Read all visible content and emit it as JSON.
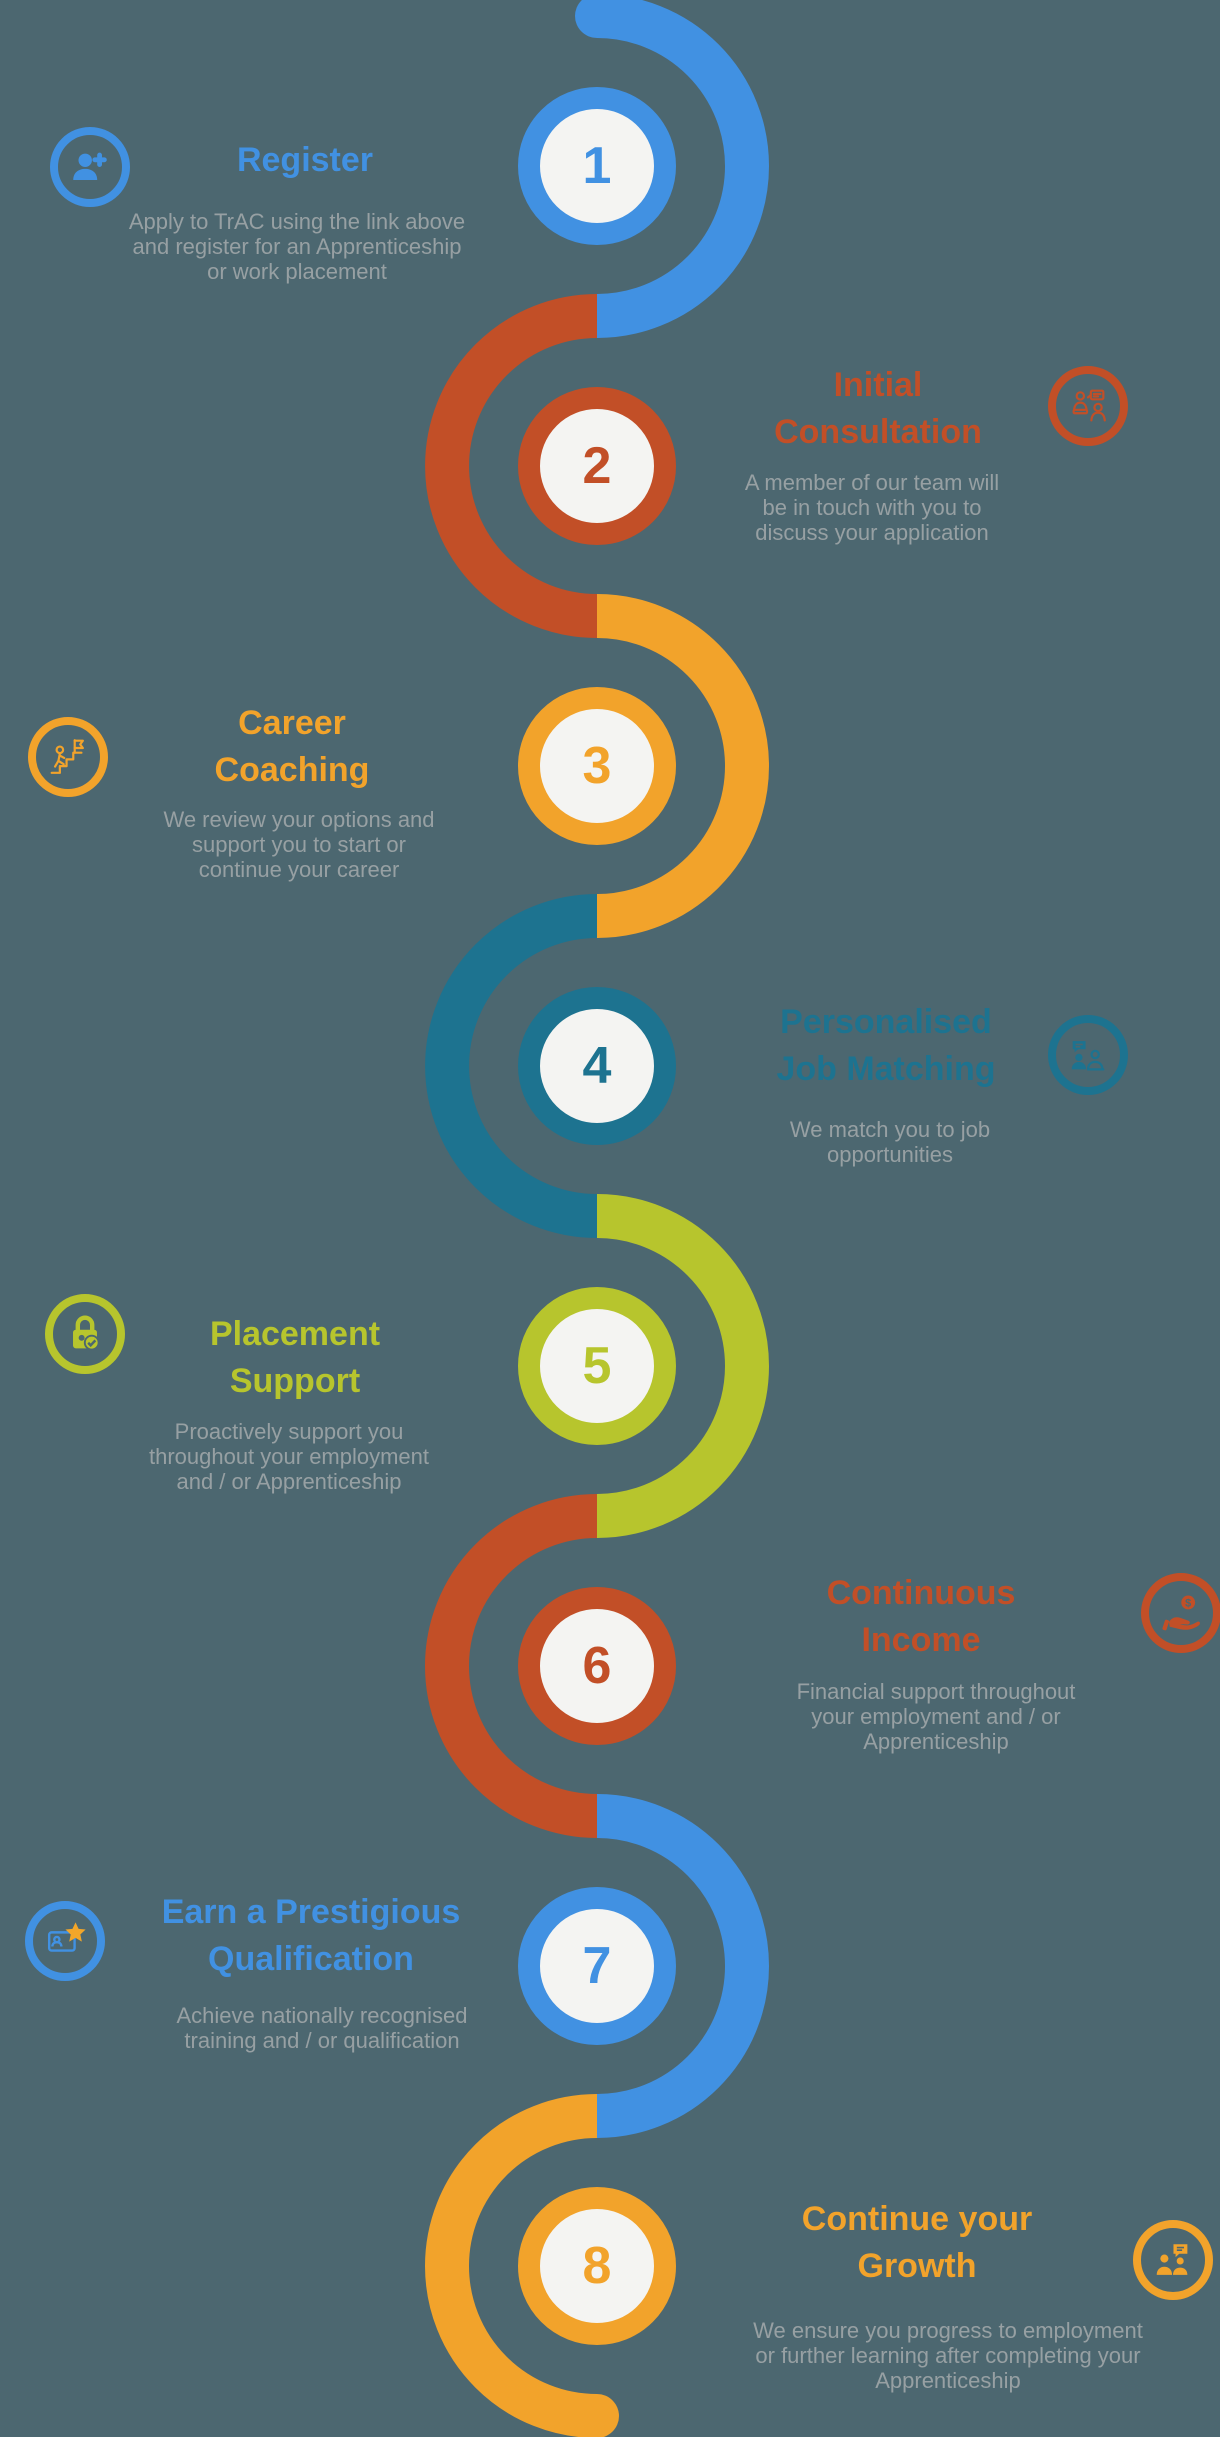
{
  "colors": {
    "background": "#4c6770",
    "circle_fill": "#f4f4f2",
    "description_text": "#97a0a3",
    "star_gold": "#f2a62a"
  },
  "steps": [
    {
      "number": "1",
      "title": "Register",
      "description": "Apply to TrAC using the link above\nand register for an Apprenticeship\nor work placement",
      "color": "#4191e2",
      "icon": "person-add",
      "side": "left"
    },
    {
      "number": "2",
      "title": "Initial\nConsultation",
      "description": "A member of our team will\nbe in touch with you to\ndiscuss your application",
      "color": "#c24f27",
      "icon": "consultation",
      "side": "right"
    },
    {
      "number": "3",
      "title": "Career\nCoaching",
      "description": "We review your options and\nsupport you to start or\ncontinue your career",
      "color": "#f2a32b",
      "icon": "career-coaching",
      "side": "left"
    },
    {
      "number": "4",
      "title": "Personalised\nJob Matching",
      "description": "We match you to job\nopportunities",
      "color": "#1d7390",
      "icon": "job-matching",
      "side": "right"
    },
    {
      "number": "5",
      "title": "Placement\nSupport",
      "description": "Proactively support you\nthroughout your employment\nand / or Apprenticeship",
      "color": "#b7c52d",
      "icon": "placement-lock",
      "side": "left"
    },
    {
      "number": "6",
      "title": "Continuous\nIncome",
      "description": "Financial support throughout\nyour employment and / or\nApprenticeship",
      "color": "#c24f27",
      "icon": "income-hand",
      "side": "right"
    },
    {
      "number": "7",
      "title": "Earn a Prestigious\nQualification",
      "description": "Achieve nationally recognised\ntraining and / or qualification",
      "color": "#4191e2",
      "icon": "qualification-star",
      "side": "left"
    },
    {
      "number": "8",
      "title": "Continue your\nGrowth",
      "description": "We ensure you progress to employment\nor further learning after completing your\nApprenticeship",
      "color": "#f2a32b",
      "icon": "continue-growth",
      "side": "right"
    }
  ]
}
